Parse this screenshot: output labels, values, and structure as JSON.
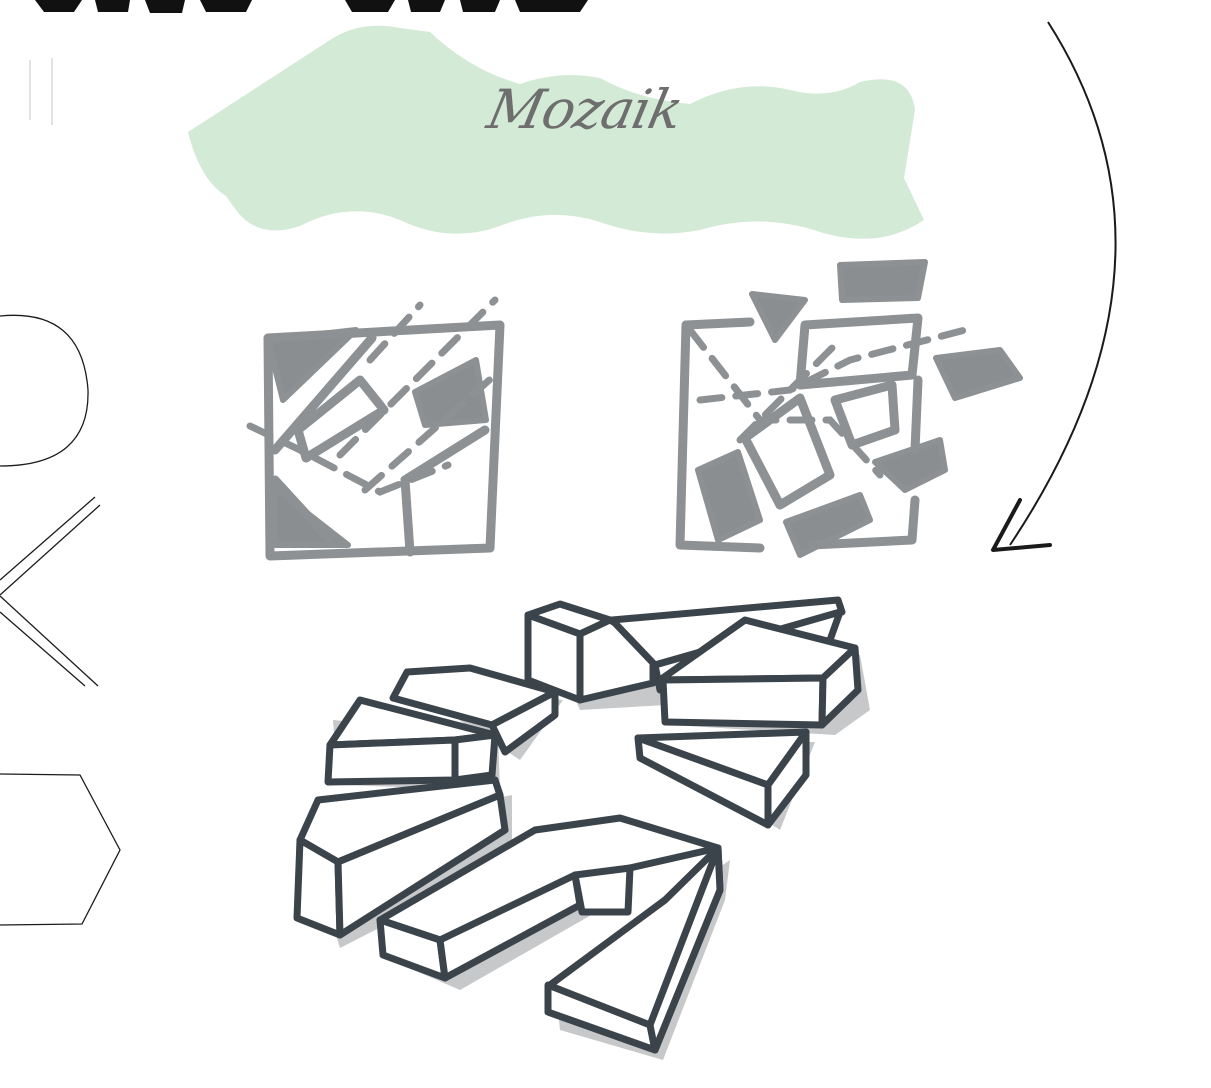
{
  "caption": {
    "text": "Mozaik"
  },
  "colors": {
    "brush_green": "#d3ead6",
    "marker_gray": "#8d9194",
    "ink_dark": "#3c444b",
    "caption_gray": "#6e6e6e"
  },
  "icons": [
    "half-circle-outline",
    "chevron-outline",
    "hexagon-outline",
    "curved-arrow"
  ]
}
